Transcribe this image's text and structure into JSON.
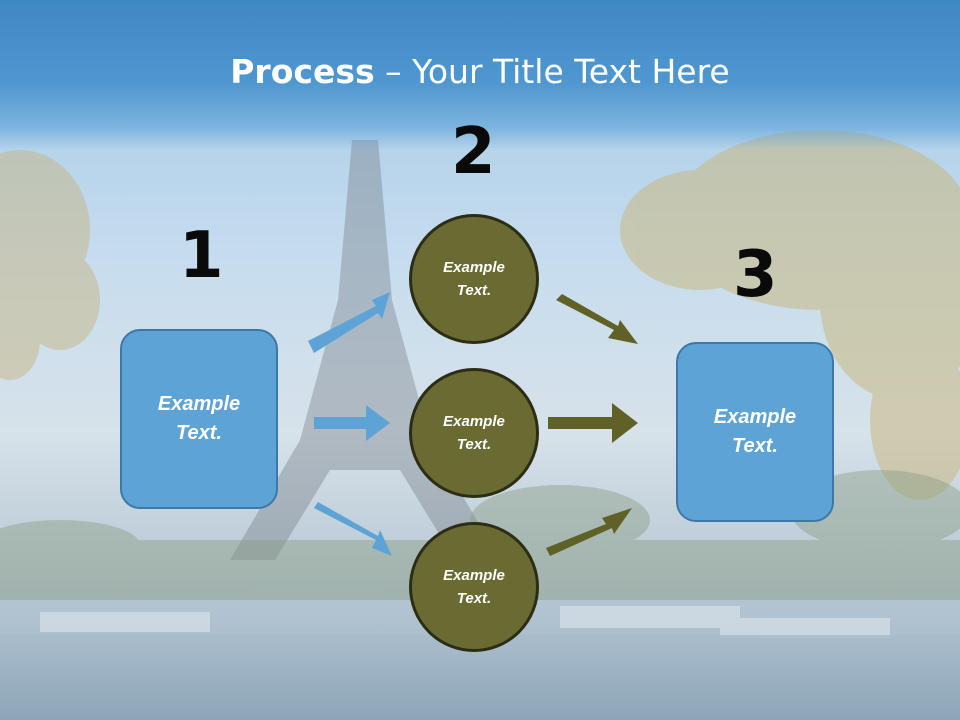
{
  "slide": {
    "title_bold": "Process",
    "title_dash": " – ",
    "title_rest": "Your Title Text Here"
  },
  "steps": {
    "num1": "1",
    "num2": "2",
    "num3": "3"
  },
  "boxes": {
    "left": "Example\nText.",
    "right": "Example\nText."
  },
  "circles": {
    "top": "Example\nText.",
    "middle": "Example\nText.",
    "bottom": "Example\nText."
  },
  "colors": {
    "title_band": "#4f97d0",
    "box_fill": "#5ea3d6",
    "circle_fill": "#6a6b32",
    "blue_arrow": "#5ea3d6",
    "olive_arrow": "#5f6126"
  }
}
